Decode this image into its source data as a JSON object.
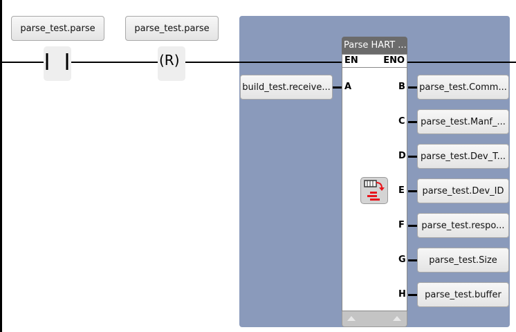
{
  "rung": {
    "contact": {
      "variable": "parse_test.parse",
      "symbol": "contact-normally-open"
    },
    "coil": {
      "variable": "parse_test.parse",
      "symbol": "(R)"
    }
  },
  "function_block": {
    "title": "Parse HART ...",
    "en_label": "EN",
    "eno_label": "ENO",
    "icon": "parse-block-icon",
    "inputs": [
      {
        "pin": "A",
        "variable": "build_test.receive..."
      }
    ],
    "outputs": [
      {
        "pin": "B",
        "variable": "parse_test.Comm..."
      },
      {
        "pin": "C",
        "variable": "parse_test.Manf_..."
      },
      {
        "pin": "D",
        "variable": "parse_test.Dev_T..."
      },
      {
        "pin": "E",
        "variable": "parse_test.Dev_ID"
      },
      {
        "pin": "F",
        "variable": "parse_test.respo..."
      },
      {
        "pin": "G",
        "variable": "parse_test.Size"
      },
      {
        "pin": "H",
        "variable": "parse_test.buffer"
      }
    ]
  },
  "colors": {
    "panel": "#8a9abb",
    "block_header": "#6b6b6b",
    "icon_red": "#e8141c"
  }
}
